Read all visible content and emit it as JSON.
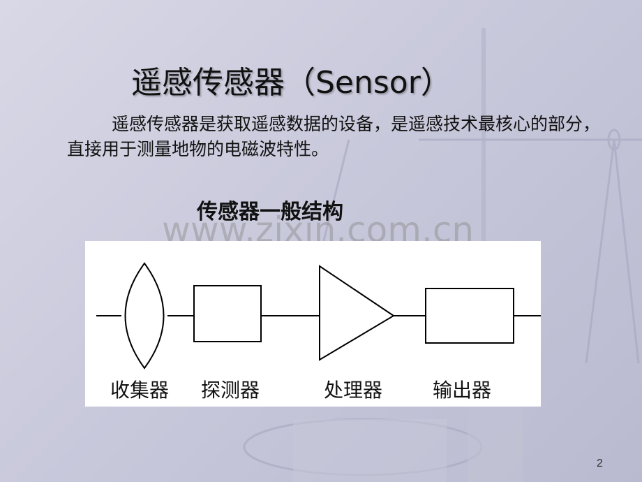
{
  "slide": {
    "title": "遥感传感器（Sensor）",
    "paragraph": "遥感传感器是获取遥感数据的设备，是遥感技术最核心的部分，直接用于测量地物的电磁波特性。",
    "subtitle": "传感器一般结构",
    "watermark": "www.zixin.com.cn",
    "page_number": "2"
  },
  "diagram": {
    "labels": [
      "收集器",
      "探测器",
      "处理器",
      "输出器"
    ]
  }
}
